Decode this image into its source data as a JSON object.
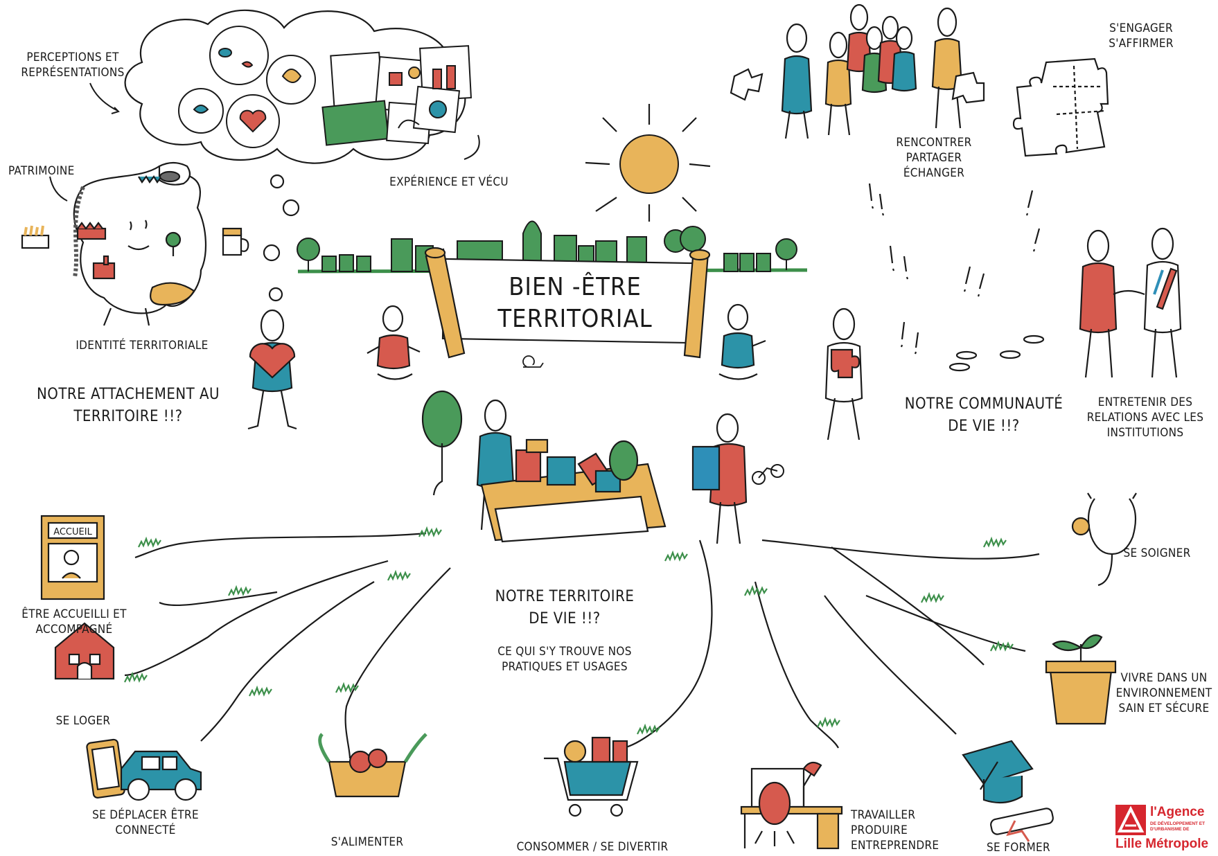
{
  "title": "BIEN -ÊTRE TERRITORIAL",
  "colors": {
    "red": "#d65a4e",
    "teal": "#2c93a8",
    "yellow": "#e8b45a",
    "green": "#4a9a5a",
    "blue": "#2e8fb8",
    "grass": "#3c8f4a",
    "brand": "#d6262e"
  },
  "sections": {
    "attachment": "NOTRE ATTACHEMENT AU TERRITOIRE !!?",
    "community": "NOTRE COMMUNAUTÉ DE VIE !!?",
    "territory": "NOTRE TERRITOIRE DE VIE !!?",
    "territory_sub": "CE QUI S'Y TROUVE NOS PRATIQUES ET USAGES"
  },
  "labels": {
    "perceptions": "PERCEPTIONS ET REPRÉSENTATIONS",
    "experience": "EXPÉRIENCE ET VÉCU",
    "patrimoine": "PATRIMOINE",
    "identite": "IDENTITÉ TERRITORIALE",
    "rencontrer": "RENCONTRER PARTAGER ÉCHANGER",
    "engager": "S'ENGAGER S'AFFIRMER",
    "relations": "ENTRETENIR DES RELATIONS AVEC LES INSTITUTIONS",
    "accueil_sign": "ACCUEIL",
    "accueilli": "ÊTRE ACCUEILLI ET ACCOMPAGNÉ",
    "loger": "SE LOGER",
    "deplacer": "SE DÉPLACER ÊTRE CONNECTÉ",
    "alimenter": "S'ALIMENTER",
    "consommer": "CONSOMMER / SE DIVERTIR",
    "travailler": "TRAVAILLER PRODUIRE ENTREPRENDRE",
    "former": "SE FORMER",
    "vivre": "VIVRE DANS UN ENVIRONNEMENT SAIN ET SÉCURE",
    "soigner": "SE SOIGNER"
  },
  "logo": {
    "line1": "l'Agence",
    "line2": "de développement et d'urbanisme de",
    "line3": "Lille Métropole"
  },
  "icons": [
    "thought-cloud-icon",
    "sun-icon",
    "city-skyline-icon",
    "banner-icon",
    "person-icon",
    "heart-icon",
    "puzzle-icon",
    "box-icon",
    "house-icon",
    "car-icon",
    "phone-icon",
    "basket-icon",
    "cart-icon",
    "desk-icon",
    "graduation-cap-icon",
    "plant-pot-icon",
    "stethoscope-icon",
    "accueil-window-icon",
    "region-map-icon",
    "snail-icon",
    "tree-icon",
    "bike-icon"
  ]
}
